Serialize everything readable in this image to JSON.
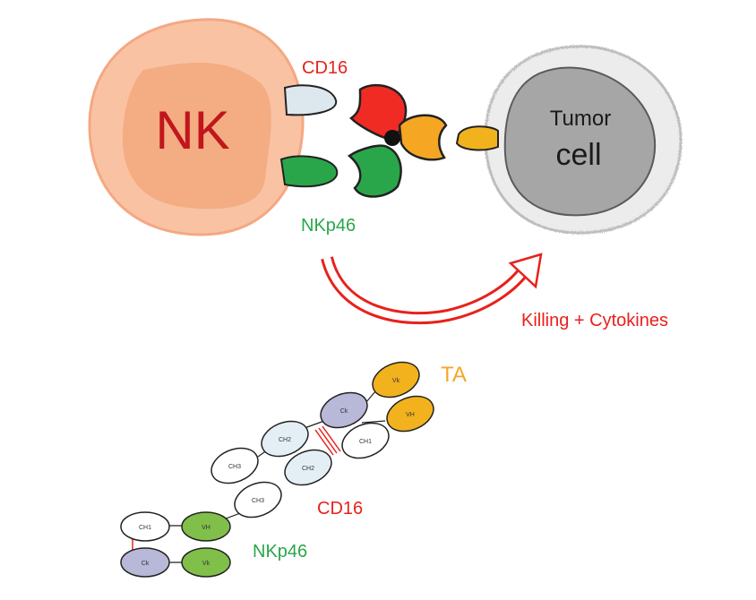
{
  "labels": {
    "nk": "NK",
    "cd16_top": "CD16",
    "nkp46_top": "NKp46",
    "tumor_line1": "Tumor",
    "tumor_line2": "cell",
    "killing": "Killing + Cytokines",
    "ta": "TA",
    "cd16_bottom": "CD16",
    "nkp46_bottom": "NKp46"
  },
  "domains": {
    "vk": "Vk",
    "vh": "VH",
    "ck": "Ck",
    "ch1": "CH1",
    "ch2": "CH2",
    "ch3": "CH3",
    "vl": "Vk"
  },
  "colors": {
    "nk_cell": "#f7b08a",
    "nk_label": "#c0161c",
    "cd16_red": "#ef2b24",
    "nkp46_green": "#2aa64a",
    "ta_orange": "#f5a623",
    "tumor_gray": "#a6a6a6",
    "arrow_red": "#e8211c",
    "domain_light": "#e3eff4",
    "domain_lavender": "#b8b8d8",
    "domain_green": "#7fbf4a",
    "domain_gold": "#f2b21e"
  }
}
